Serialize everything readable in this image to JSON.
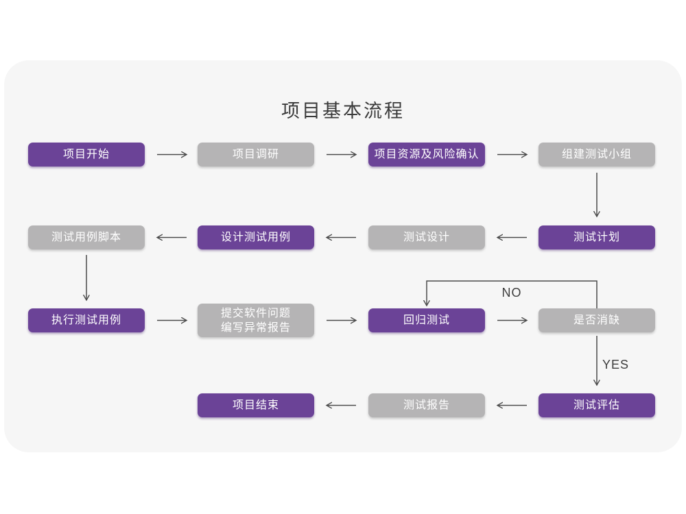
{
  "title": "项目基本流程",
  "flow_labels": {
    "no": "NO",
    "yes": "YES"
  },
  "colors": {
    "node_purple": "#6b4397",
    "node_gray": "#b5b4b5",
    "card_background": "#f6f6f6",
    "arrow": "#4a4a4a",
    "node_text": "#ffffff",
    "title_text": "#3a3a3a"
  },
  "nodes": [
    {
      "id": "project-start",
      "label": "项目开始",
      "variant": "purple"
    },
    {
      "id": "project-research",
      "label": "项目调研",
      "variant": "gray"
    },
    {
      "id": "resources-risk-confirm",
      "label": "项目资源及风险确认",
      "variant": "purple"
    },
    {
      "id": "build-test-team",
      "label": "组建测试小组",
      "variant": "gray"
    },
    {
      "id": "test-plan",
      "label": "测试计划",
      "variant": "purple"
    },
    {
      "id": "test-design",
      "label": "测试设计",
      "variant": "gray"
    },
    {
      "id": "design-test-cases",
      "label": "设计测试用例",
      "variant": "purple"
    },
    {
      "id": "test-case-script",
      "label": "测试用例脚本",
      "variant": "gray"
    },
    {
      "id": "execute-test-cases",
      "label": "执行测试用例",
      "variant": "purple"
    },
    {
      "id": "submit-issues-report",
      "label": "提交软件问题\n编写异常报告",
      "variant": "gray"
    },
    {
      "id": "regression-test",
      "label": "回归测试",
      "variant": "purple"
    },
    {
      "id": "defect-resolved-check",
      "label": "是否消缺",
      "variant": "gray"
    },
    {
      "id": "test-evaluation",
      "label": "测试评估",
      "variant": "purple"
    },
    {
      "id": "test-report",
      "label": "测试报告",
      "variant": "gray"
    },
    {
      "id": "project-end",
      "label": "项目结束",
      "variant": "purple"
    }
  ],
  "edges": [
    {
      "from": "project-start",
      "to": "project-research"
    },
    {
      "from": "project-research",
      "to": "resources-risk-confirm"
    },
    {
      "from": "resources-risk-confirm",
      "to": "build-test-team"
    },
    {
      "from": "build-test-team",
      "to": "test-plan"
    },
    {
      "from": "test-plan",
      "to": "test-design"
    },
    {
      "from": "test-design",
      "to": "design-test-cases"
    },
    {
      "from": "design-test-cases",
      "to": "test-case-script"
    },
    {
      "from": "test-case-script",
      "to": "execute-test-cases"
    },
    {
      "from": "execute-test-cases",
      "to": "submit-issues-report"
    },
    {
      "from": "submit-issues-report",
      "to": "regression-test"
    },
    {
      "from": "regression-test",
      "to": "defect-resolved-check"
    },
    {
      "from": "defect-resolved-check",
      "to": "regression-test",
      "label": "NO"
    },
    {
      "from": "defect-resolved-check",
      "to": "test-evaluation",
      "label": "YES"
    },
    {
      "from": "test-evaluation",
      "to": "test-report"
    },
    {
      "from": "test-report",
      "to": "project-end"
    }
  ]
}
